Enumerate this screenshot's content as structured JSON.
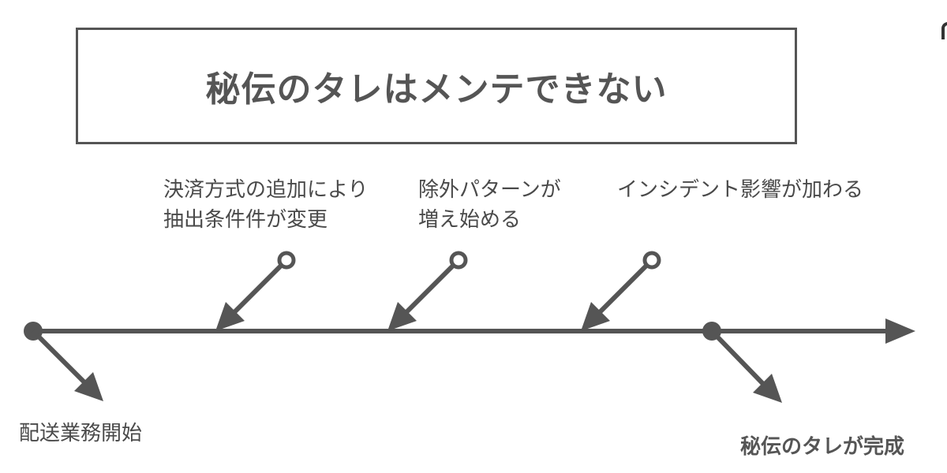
{
  "title": "秘伝のタレはメンテできない",
  "start_event": "配送業務開始",
  "end_event": "秘伝のタレが完成",
  "events": [
    {
      "lines": [
        "決済方式の追加により",
        "抽出条件件が変更"
      ]
    },
    {
      "lines": [
        "除外パターンが",
        "増え始める"
      ]
    },
    {
      "lines": [
        "インシデント影響が加わる"
      ]
    }
  ],
  "colors": {
    "line": "#555555",
    "text": "#4a4a4a",
    "background": "#ffffff"
  }
}
